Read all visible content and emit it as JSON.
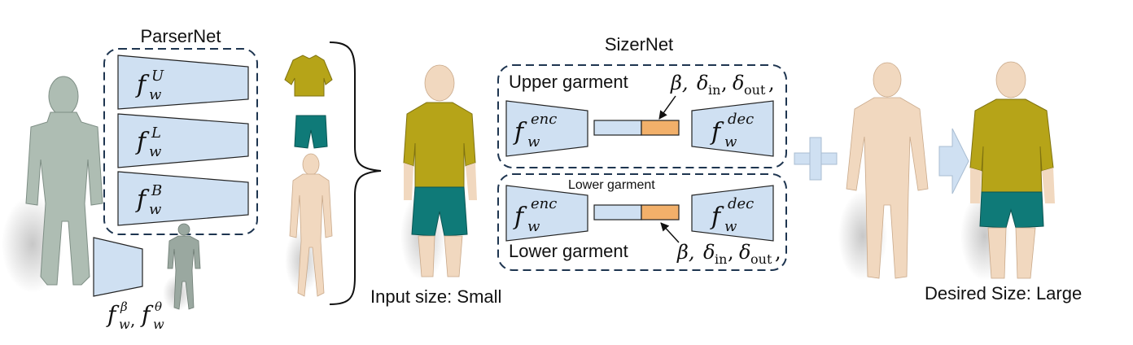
{
  "parsernet": {
    "title": "ParserNet",
    "upper_sub": "w",
    "upper_sup": "U",
    "lower_sub": "w",
    "lower_sup": "L",
    "body_sub": "w",
    "body_sup": "B",
    "shape_pose": {
      "beta_sup": "β",
      "theta_sup": "θ",
      "sub": "w",
      "sep": ","
    }
  },
  "sizernet": {
    "title": "SizerNet",
    "upper_label": "Upper garment",
    "lower_label_top": "Lower garment",
    "lower_label_bottom": "Lower garment",
    "enc_sup": "enc",
    "dec_sup": "dec",
    "sub": "w",
    "param_beta": "β,",
    "param_delta": "δ",
    "param_in": "in",
    "param_out": "out",
    "sep": ","
  },
  "captions": {
    "input": "Input size: Small",
    "output": "Desired Size: Large"
  },
  "colors": {
    "encoder_fill": "#cfe0f2",
    "latent_orange": "#f2b06a",
    "latent_blue": "#cfe0f2",
    "box_border": "#1e3550",
    "shirt": "#b6a418",
    "shorts": "#0f7a78",
    "skin": "#f1d8bf",
    "scan_gray": "#aebdb3",
    "plus_arrow": "#cfe0f2"
  }
}
